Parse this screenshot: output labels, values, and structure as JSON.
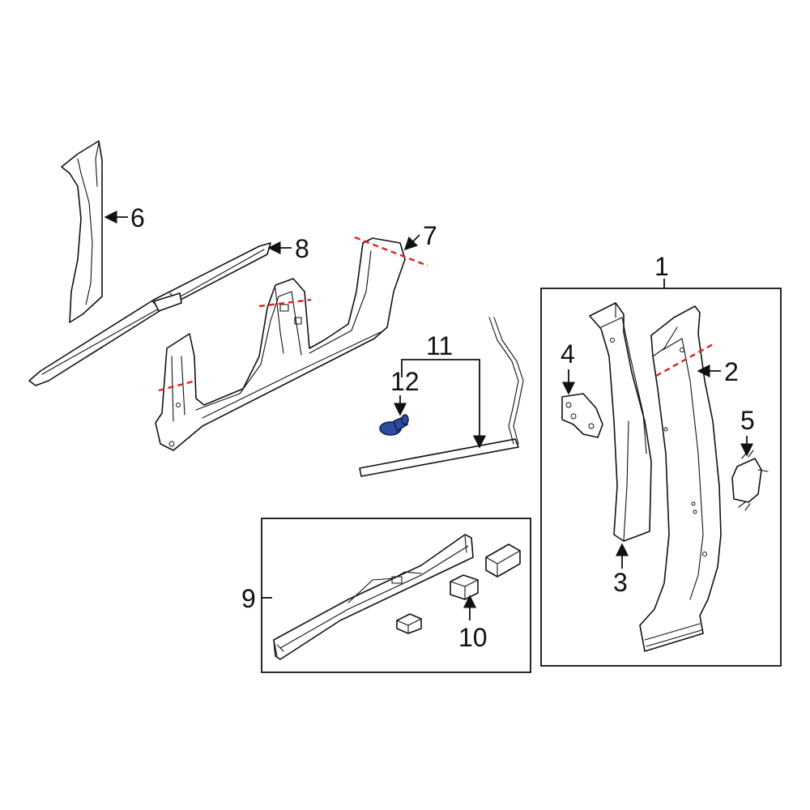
{
  "callouts": {
    "c1": "1",
    "c2": "2",
    "c3": "3",
    "c4": "4",
    "c5": "5",
    "c6": "6",
    "c7": "7",
    "c8": "8",
    "c9": "9",
    "c10": "10",
    "c11": "11",
    "c12": "12"
  },
  "colors": {
    "cut_line": "#e0201b",
    "highlight_part": "#2e4c9e",
    "outline": "#111111",
    "background": "#ffffff"
  }
}
